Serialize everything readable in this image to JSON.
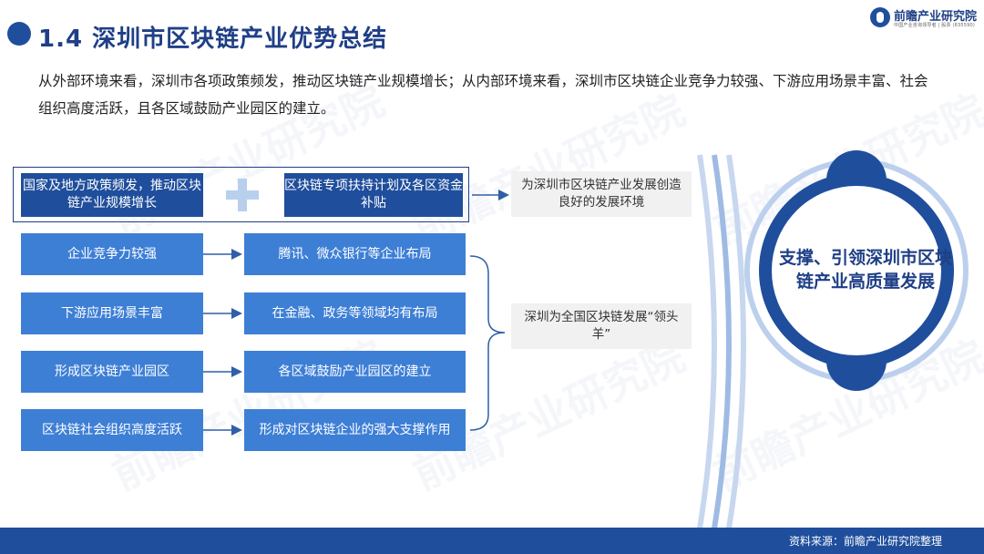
{
  "header": {
    "title": "1.4 深圳市区块链产业优势总结",
    "logo_text": "前瞻产业研究院",
    "logo_sub": "中国产业咨询领导者 | 股票 (835590)"
  },
  "intro": "从外部环境来看，深圳市各项政策频发，推动区块链产业规模增长；从内部环境来看，深圳市区块链企业竞争力较强、下游应用场景丰富、社会组织高度活跃，且各区域鼓励产业园区的建立。",
  "external": {
    "left": "国家及地方政策频发，推动区块链产业规模增长",
    "right": "区块链专项扶持计划及各区资金补贴",
    "result": "为深圳市区块链产业发展创造良好的发展环境"
  },
  "internal": {
    "rows": [
      {
        "cause": "企业竞争力较强",
        "effect": "腾讯、微众银行等企业布局"
      },
      {
        "cause": "下游应用场景丰富",
        "effect": "在金融、政务等领域均有布局"
      },
      {
        "cause": "形成区块链产业园区",
        "effect": "各区域鼓励产业园区的建立"
      },
      {
        "cause": "区块链社会组织高度活跃",
        "effect": "形成对区块链企业的强大支撑作用"
      }
    ],
    "result": "深圳为全国区块链发展“领头羊”"
  },
  "conclusion": "支撑、引领深圳市区块链产业高质量发展",
  "footer": {
    "source": "资料来源：前瞻产业研究院整理"
  },
  "watermark": "前瞻产业研究院",
  "colors": {
    "primary": "#1f4e9c",
    "secondary": "#3e7fd6",
    "light": "#b8cfee",
    "panel": "#f1f1f1"
  }
}
